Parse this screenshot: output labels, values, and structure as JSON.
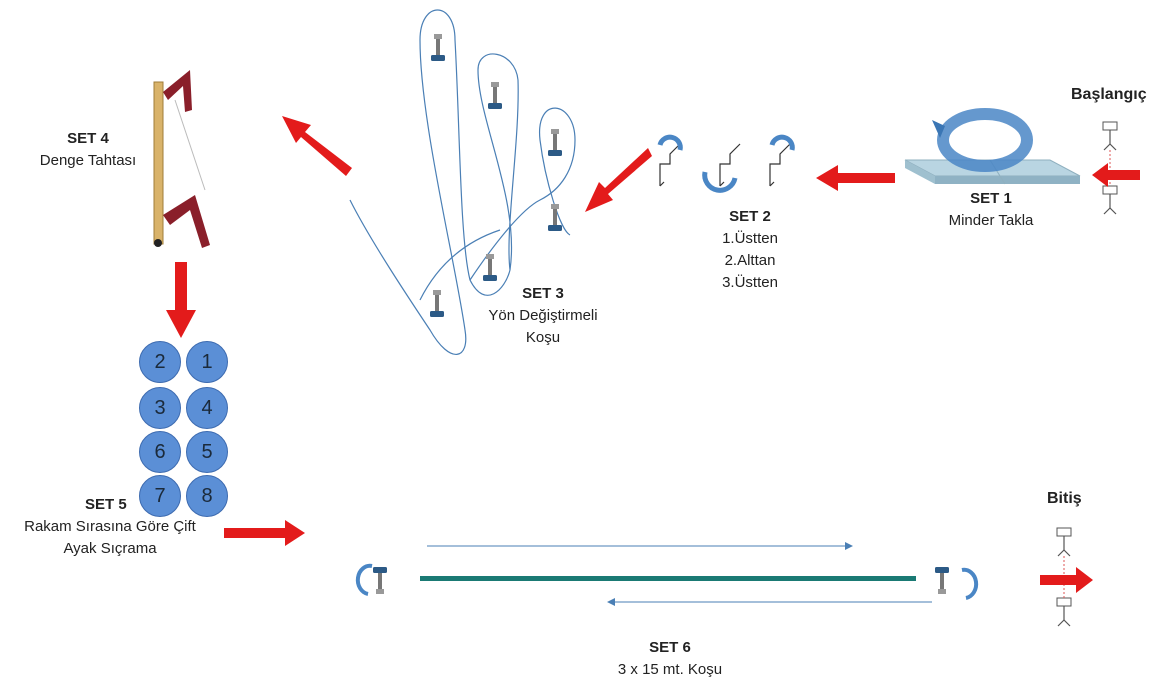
{
  "start_label": "Başlangıç",
  "finish_label": "Bitiş",
  "sets": {
    "set1": {
      "title": "SET 1",
      "lines": [
        "Minder Takla"
      ]
    },
    "set2": {
      "title": "SET 2",
      "lines": [
        "1.Üstten",
        "2.Alttan",
        "3.Üstten"
      ]
    },
    "set3": {
      "title": "SET 3",
      "lines": [
        "Yön Değiştirmeli",
        "Koşu"
      ]
    },
    "set4": {
      "title": "SET 4",
      "lines": [
        "Denge Tahtası"
      ]
    },
    "set5": {
      "title": "SET 5",
      "lines": [
        "Rakam Sırasına Göre Çift",
        "Ayak Sıçrama"
      ]
    },
    "set6": {
      "title": "SET 6",
      "lines": [
        "3 x 15 mt. Koşu"
      ]
    }
  },
  "jump_circles": [
    "2",
    "1",
    "3",
    "4",
    "6",
    "5",
    "7",
    "8"
  ],
  "colors": {
    "arrow_red": "#e31b1b",
    "circle_blue": "#5b8fd6",
    "path_blue": "#4a7fb5",
    "line_teal": "#1a7a74",
    "mat": "#a9c8d6",
    "beam_wood": "#d9b36a",
    "beam_leg": "#8a1f2a"
  },
  "icons": [
    "red-arrow-icon",
    "cone-icon",
    "hurdle-icon",
    "rotate-arrow-icon",
    "gate-icon"
  ]
}
